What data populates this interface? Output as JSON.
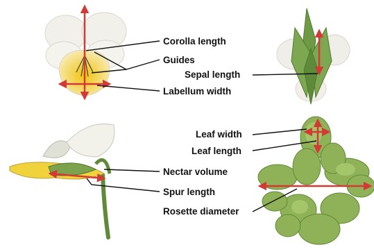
{
  "labels": {
    "corolla_length": "Corolla length",
    "guides": "Guides",
    "labellum_width": "Labellum width",
    "sepal_length": "Sepal length",
    "nectar_volume": "Nectar volume",
    "spur_length": "Spur length",
    "leaf_width": "Leaf width",
    "leaf_length": "Leaf length",
    "rosette_diameter": "Rosette diameter"
  },
  "colors": {
    "arrow": "#d33a36",
    "leader_line": "#111111",
    "petal_white": "#f4f3ee",
    "labellum_yellow": "#f3d22b",
    "sepal_green": "#6f9a45",
    "leaf_green": "#93b35a",
    "stem_green": "#5f8a3a"
  }
}
